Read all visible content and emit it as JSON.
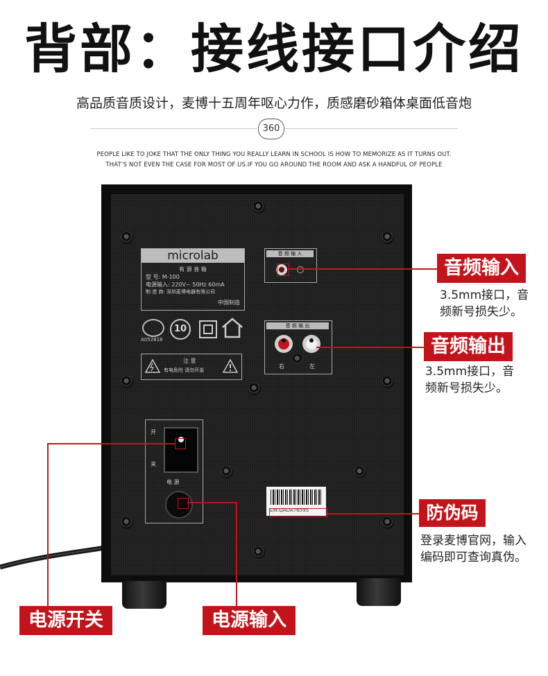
{
  "header": {
    "title": "背部：接线接口介绍",
    "subtitle": "高品质音质设计，麦博十五周年呕心力作，质感磨砂箱体桌面低音炮",
    "badge": "360",
    "english_line1": "PEOPLE LIKE TO JOKE THAT THE ONLY THING YOU REALLY LEARN IN SCHOOL IS HOW TO MEMORIZE AS IT TURNS OUT.",
    "english_line2": "THAT’S NOT EVEN THE CASE FOR MOST OF US.IF YOU GO AROUND THE ROOM AND ASK A HANDFUL OF PEOPLE"
  },
  "speaker_panel": {
    "brand": "microlab",
    "label_lines": [
      "有 源 音 箱",
      "型      号: M-100",
      "电源输入: 220V~ 50Hz 60mA",
      "制 造 商: 深圳麦博电器有限公司",
      "中国制造"
    ],
    "cert_code": "A052818",
    "cert_ten": "10",
    "warning_title": "注 意",
    "warning_text": "有电危险 请勿开盖",
    "audio_in_label": "音 频 输 入",
    "audio_out_label": "音 频 输 出",
    "right_label": "右",
    "left_label": "左",
    "switch_on": "开",
    "switch_off": "关",
    "power_label": "电 源",
    "serial": "S/N:QADA76595"
  },
  "callouts": {
    "audio_in": {
      "title": "音频输入",
      "desc1": "3.5mm接口，音",
      "desc2": "频新号损失少。"
    },
    "audio_out": {
      "title": "音频输出",
      "desc1": "3.5mm接口，音",
      "desc2": "频新号损失少。"
    },
    "anti_fake": {
      "title": "防伪码",
      "desc1": "登录麦博官网，输入",
      "desc2": "编码即可查询真伪。"
    },
    "power_switch": {
      "title": "电源开关"
    },
    "power_input": {
      "title": "电源输入"
    }
  },
  "colors": {
    "accent_red": "#c4141b",
    "panel": "#1c1c1c"
  }
}
